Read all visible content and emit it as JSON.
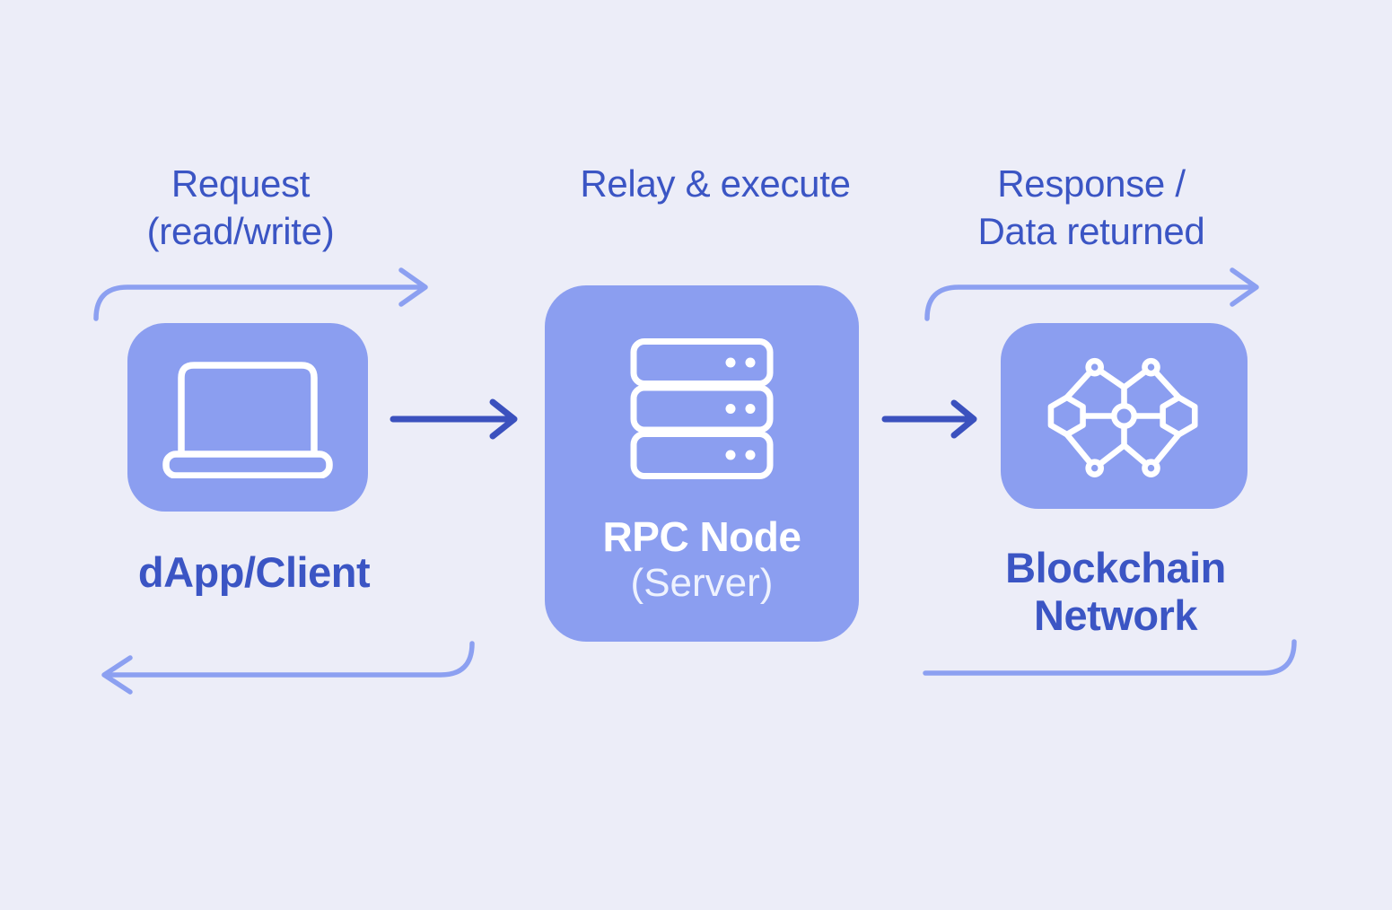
{
  "diagram": {
    "flow_labels": {
      "request": {
        "line1": "Request",
        "line2": "(read/write)"
      },
      "relay": {
        "line1": "Relay & execute"
      },
      "response": {
        "line1": "Response /",
        "line2": "Data returned"
      }
    },
    "nodes": {
      "dapp": {
        "label": "dApp/Client",
        "icon": "laptop-icon"
      },
      "rpc": {
        "title": "RPC Node",
        "subtitle": "(Server)",
        "icon": "server-icon"
      },
      "blockchain": {
        "label_line1": "Blockchain",
        "label_line2": "Network",
        "icon": "network-icon"
      }
    },
    "colors": {
      "background": "#ECEDF8",
      "node_fill": "#8B9EF0",
      "label_text": "#3B55C4",
      "arrow_light": "#8CA0F1",
      "arrow_dark": "#3B51BE",
      "icon_stroke": "#FFFFFF"
    }
  }
}
